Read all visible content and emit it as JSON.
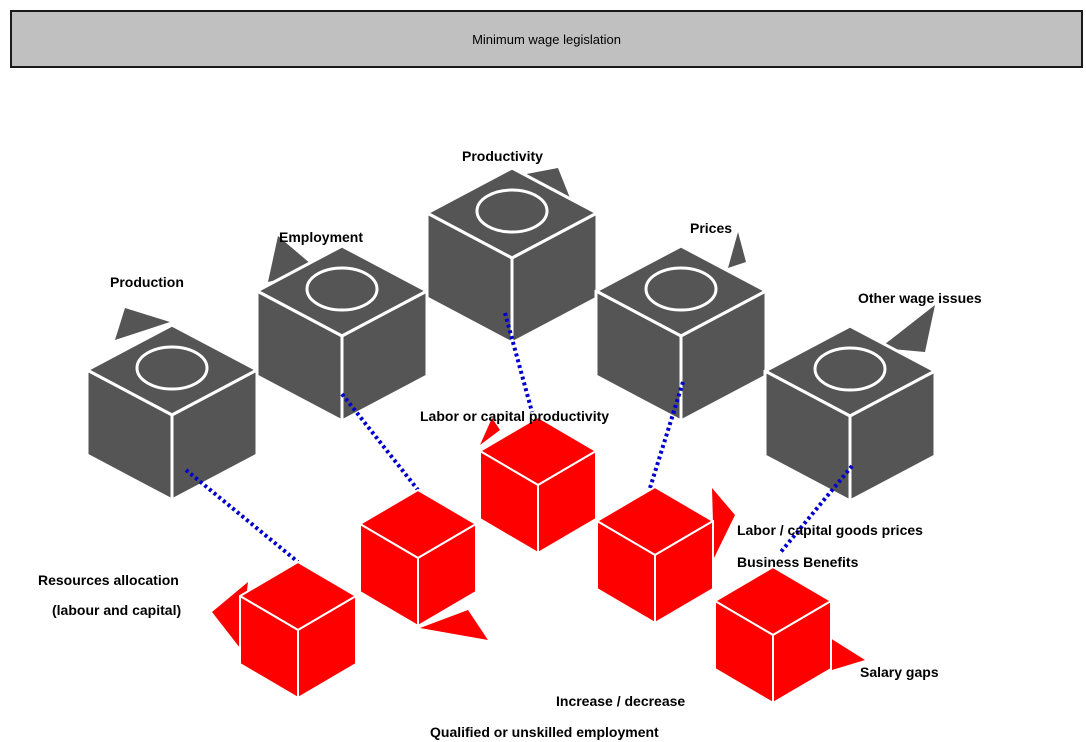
{
  "title": "Minimum wage legislation",
  "colors": {
    "gray_cube": "#555555",
    "red_cube": "#ff0000",
    "connector": "#0000cc",
    "title_bg": "#c0c0c0"
  },
  "gray_nodes": [
    {
      "label": "Production"
    },
    {
      "label": "Employment"
    },
    {
      "label": "Productivity"
    },
    {
      "label": "Prices"
    },
    {
      "label": "Other wage issues"
    }
  ],
  "red_labels": {
    "resources_line1": "Resources allocation",
    "resources_line2": "(labour and capital)",
    "labor_productivity": "Labor or capital productivity",
    "goods_prices": "Labor / capital goods prices",
    "business_benefits": "Business Benefits",
    "salary_gaps": "Salary gaps",
    "increase_decrease": "Increase / decrease",
    "qualified": "Qualified or unskilled employment"
  }
}
